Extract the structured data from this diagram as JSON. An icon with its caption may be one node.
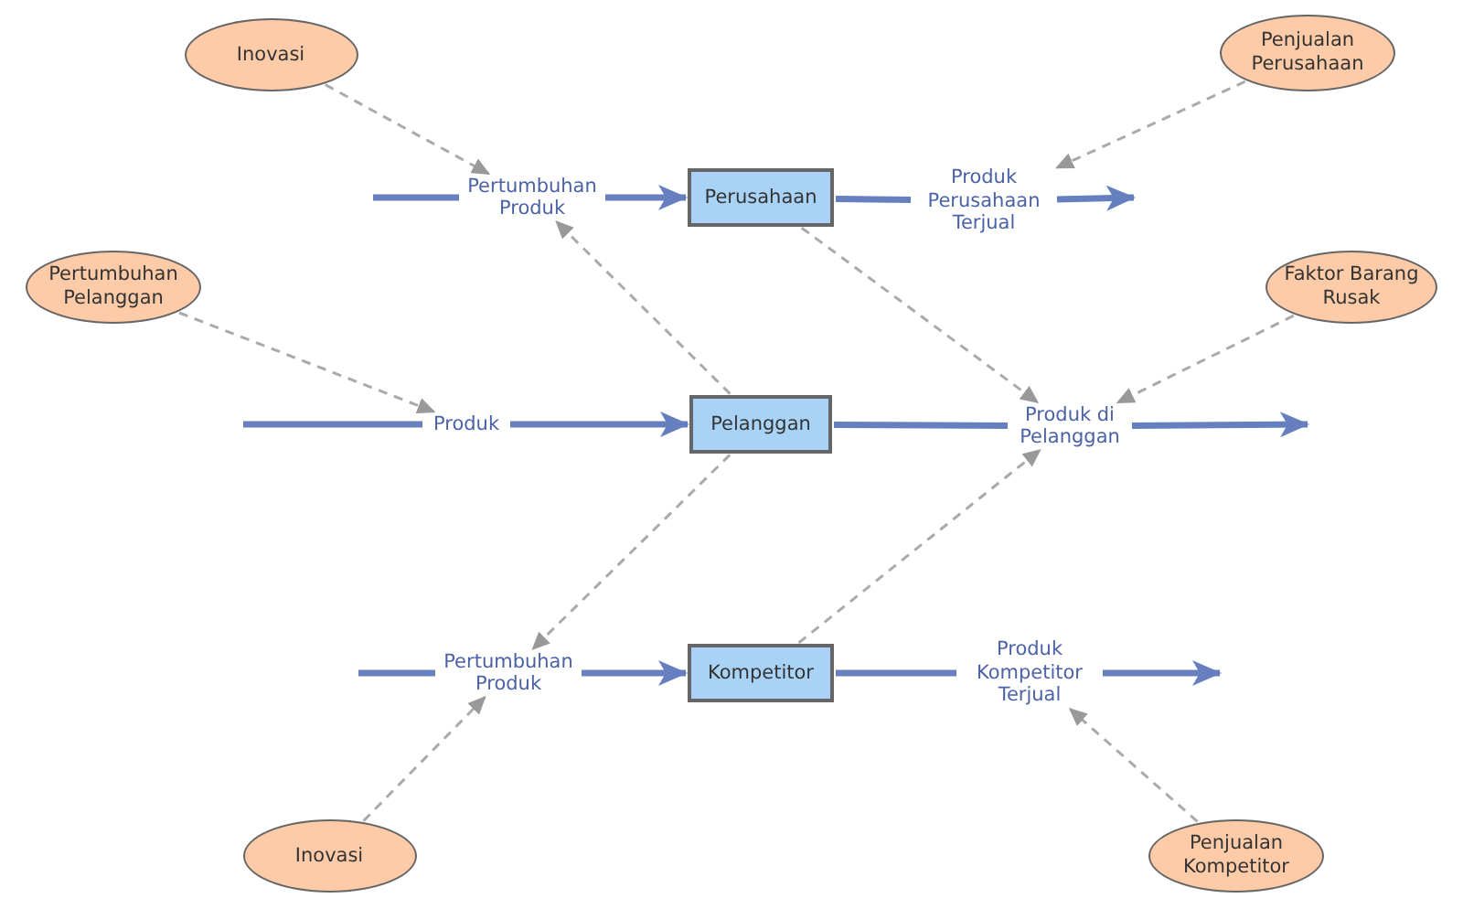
{
  "diagram": {
    "nodes": [
      {
        "text": [
          "Inovasi"
        ]
      },
      {
        "text": [
          "Penjualan Perusahaan"
        ]
      },
      {
        "text": [
          "Pertumbuhan Produk"
        ]
      },
      {
        "text": [
          "Perusahaan"
        ]
      },
      {
        "text": [
          "Produk Perusahaan Terjual"
        ]
      },
      {
        "text": [
          "Pertumbuhan Pelanggan"
        ]
      },
      {
        "text": [
          "Faktor Barang Rusak"
        ]
      },
      {
        "text": [
          "Produk"
        ]
      },
      {
        "text": [
          "Pelanggan"
        ]
      },
      {
        "text": [
          "Produk di Pelanggan"
        ]
      },
      {
        "text": [
          "Pertumbuhan Produk"
        ]
      },
      {
        "text": [
          "Kompetitor"
        ]
      },
      {
        "text": [
          "Produk Kompetitor Terjual"
        ]
      },
      {
        "text": [
          "Inovasi"
        ]
      },
      {
        "text": [
          "Penjualan Kompetitor"
        ]
      }
    ],
    "edges": [
      {
        "from": null,
        "to": 2,
        "arrow": "none"
      },
      {
        "from": 2,
        "to": 3,
        "arrow": "to"
      },
      {
        "from": 3,
        "to": 4,
        "arrow": "none"
      },
      {
        "from": 4,
        "to": null,
        "arrow": "to"
      },
      {
        "from": null,
        "to": 7,
        "arrow": "none"
      },
      {
        "from": 7,
        "to": 8,
        "arrow": "to"
      },
      {
        "from": 8,
        "to": 9,
        "arrow": "none"
      },
      {
        "from": 9,
        "to": null,
        "arrow": "to"
      },
      {
        "from": null,
        "to": 10,
        "arrow": "none"
      },
      {
        "from": 10,
        "to": 11,
        "arrow": "to"
      },
      {
        "from": 11,
        "to": 12,
        "arrow": "none"
      },
      {
        "from": 12,
        "to": null,
        "arrow": "to"
      },
      {
        "from": 0,
        "to": 2,
        "arrow": "to",
        "style": "dashed",
        "color": "#aaaaaa"
      },
      {
        "from": 8,
        "to": 2,
        "arrow": "to",
        "style": "dashed",
        "color": "#aaaaaa"
      },
      {
        "from": 1,
        "to": 4,
        "arrow": "to",
        "style": "dashed",
        "color": "#aaaaaa"
      },
      {
        "from": 5,
        "to": 7,
        "arrow": "to",
        "style": "dashed",
        "color": "#aaaaaa"
      },
      {
        "from": 3,
        "to": 9,
        "arrow": "to",
        "style": "dashed",
        "color": "#aaaaaa"
      },
      {
        "from": 6,
        "to": 9,
        "arrow": "to",
        "style": "dashed",
        "color": "#aaaaaa"
      },
      {
        "from": 11,
        "to": 9,
        "arrow": "to",
        "style": "dashed",
        "color": "#aaaaaa"
      },
      {
        "from": 13,
        "to": 10,
        "arrow": "to",
        "style": "dashed",
        "color": "#aaaaaa"
      },
      {
        "from": 8,
        "to": 10,
        "arrow": "to",
        "style": "dashed",
        "color": "#aaaaaa"
      },
      {
        "from": 14,
        "to": 12,
        "arrow": "to",
        "style": "dashed",
        "color": "#aaaaaa"
      }
    ]
  }
}
